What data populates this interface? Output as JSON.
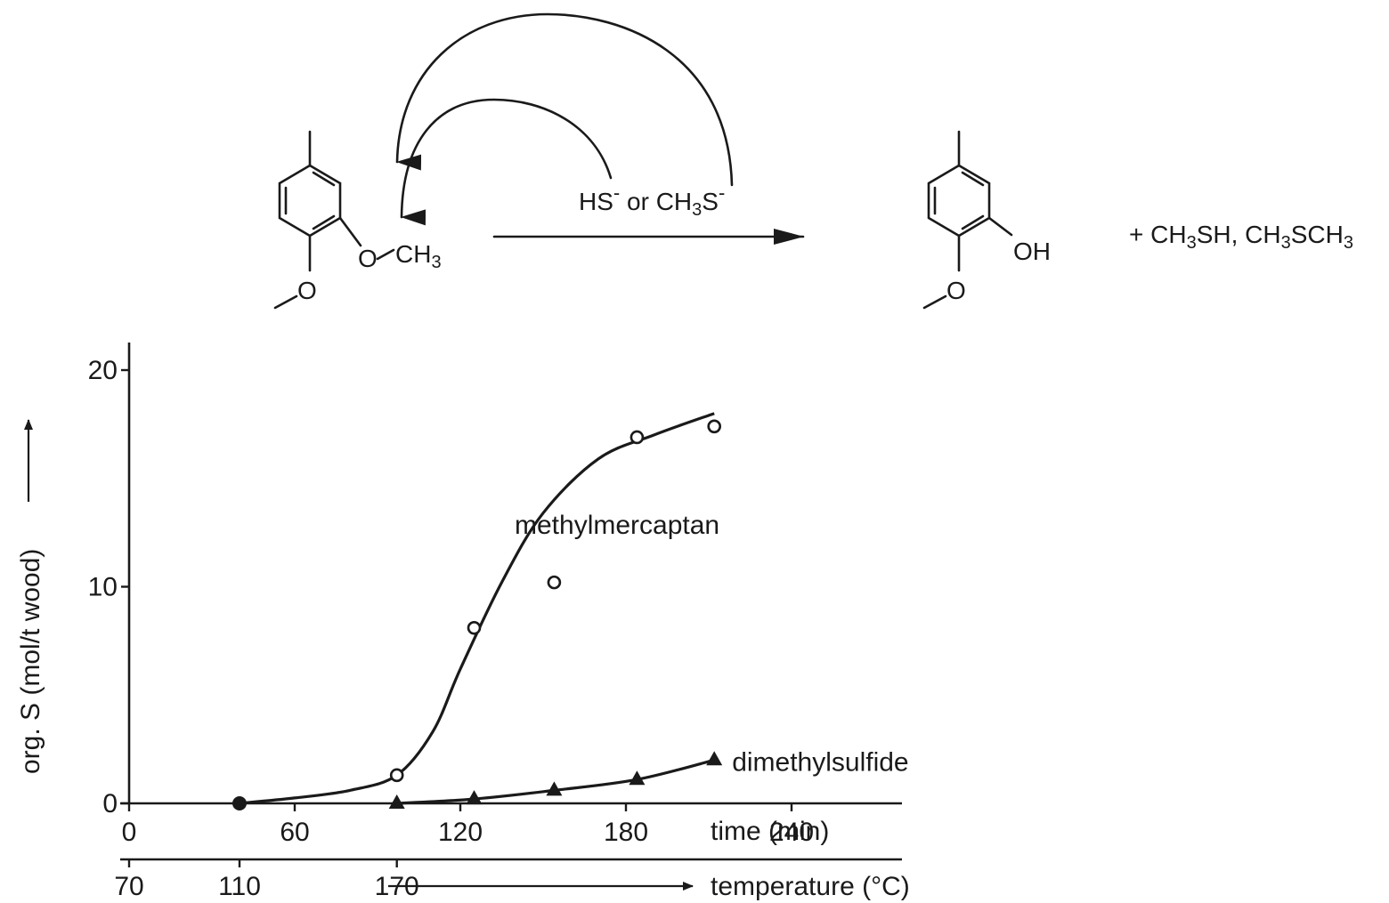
{
  "reaction": {
    "reagent_prefix": "HS",
    "reagent_sup1": "-",
    "reagent_mid": " or CH",
    "reagent_sub": "3",
    "reagent_suffix": "S",
    "reagent_sup2": "-",
    "substrate_o_label": "O",
    "substrate_ch3_label": "CH",
    "substrate_ch3_sub": "3",
    "methoxy_o_label": "O",
    "product_oh_label": "OH",
    "product_methoxy_o_label": "O",
    "byproducts": {
      "plus": "+ CH",
      "sub1": "3",
      "mid1": "SH,  CH",
      "sub2": "3",
      "mid2": "SCH",
      "sub3": "3"
    }
  },
  "chart_data": {
    "type": "scatter",
    "ylabel": "org. S (mol/t wood)",
    "xlabel": "time (min)",
    "secondary_xlabel": "temperature (°C)",
    "xlim": [
      0,
      280
    ],
    "ylim": [
      0,
      20
    ],
    "x_ticks": [
      "0",
      "60",
      "120",
      "180",
      "240"
    ],
    "y_ticks": [
      "0",
      "10",
      "20"
    ],
    "secondary_x_ticks": [
      {
        "time": 0,
        "label": "70"
      },
      {
        "time": 40,
        "label": "110"
      },
      {
        "time": 97,
        "label": "170"
      }
    ],
    "series": [
      {
        "name": "methylmercaptan",
        "marker": "open-circle",
        "points": [
          [
            40,
            0
          ],
          [
            97,
            1.3
          ],
          [
            125,
            8.1
          ],
          [
            154,
            10.2
          ],
          [
            184,
            16.9
          ],
          [
            212,
            17.4
          ]
        ],
        "fit": [
          [
            40,
            0
          ],
          [
            60,
            0.25
          ],
          [
            80,
            0.6
          ],
          [
            97,
            1.3
          ],
          [
            110,
            3.3
          ],
          [
            120,
            6.2
          ],
          [
            135,
            10.2
          ],
          [
            150,
            13.4
          ],
          [
            170,
            15.9
          ],
          [
            190,
            17.0
          ],
          [
            212,
            18.0
          ]
        ]
      },
      {
        "name": "dimethylsulfide",
        "marker": "filled-triangle",
        "points": [
          [
            40,
            0
          ],
          [
            97,
            0
          ],
          [
            125,
            0.2
          ],
          [
            154,
            0.6
          ],
          [
            184,
            1.1
          ],
          [
            212,
            2.0
          ]
        ],
        "fit": [
          [
            97,
            0
          ],
          [
            125,
            0.2
          ],
          [
            154,
            0.6
          ],
          [
            184,
            1.1
          ],
          [
            212,
            2.0
          ]
        ]
      }
    ],
    "origin_marker": {
      "x": 40,
      "y": 0
    }
  }
}
